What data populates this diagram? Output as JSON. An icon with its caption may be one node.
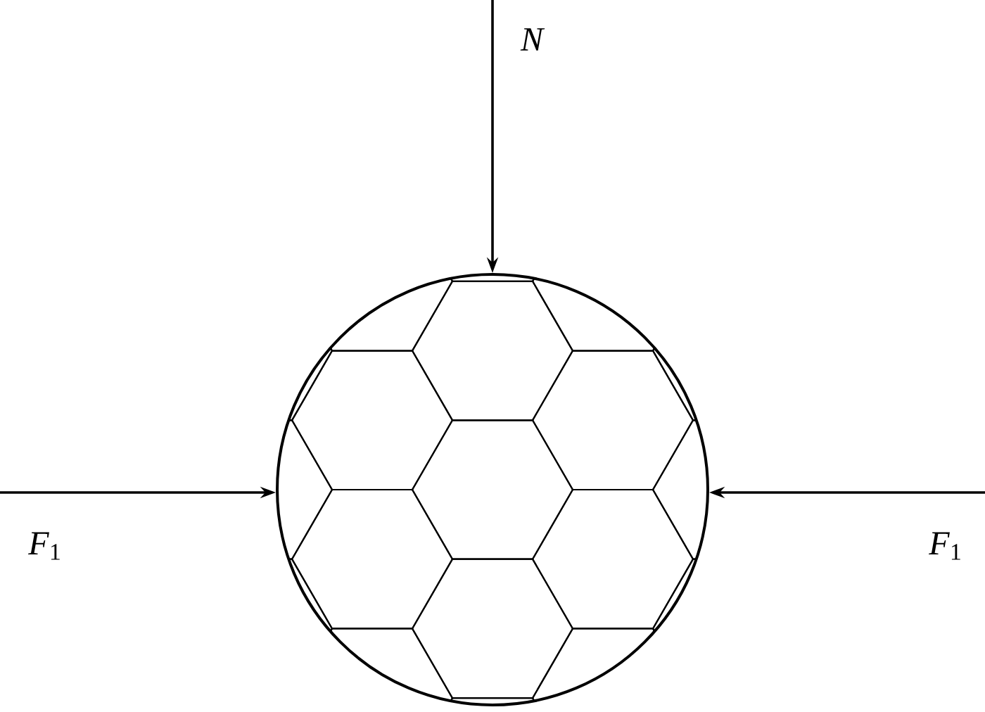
{
  "diagram": {
    "labels": [
      "N",
      "*F*$_{1}$",
      "*F*$_{1}$"
    ]
  }
}
